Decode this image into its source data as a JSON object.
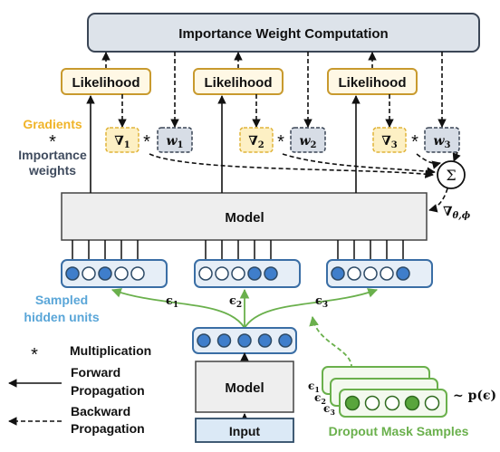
{
  "top_box": {
    "label": "Importance Weight Computation"
  },
  "likelihood_labels": [
    "Likelihood",
    "Likelihood",
    "Likelihood"
  ],
  "gradients": [
    {
      "grad": "∇",
      "grad_sub": "1",
      "weight": "w",
      "weight_sub": "1"
    },
    {
      "grad": "∇",
      "grad_sub": "2",
      "weight": "w",
      "weight_sub": "2"
    },
    {
      "grad": "∇",
      "grad_sub": "3",
      "weight": "w",
      "weight_sub": "3"
    }
  ],
  "multiply_symbol": "*",
  "sum_symbol": "Σ",
  "left_caption": {
    "gradients": "Gradients",
    "times": "*",
    "importance": "Importance",
    "weights": "weights"
  },
  "param_grad": {
    "symbol": "∇",
    "sub": "θ,ϕ"
  },
  "model_main": "Model",
  "model_small": "Model",
  "input_label": "Input",
  "sampled_caption": [
    "Sampled",
    "hidden units"
  ],
  "epsilon_labels": [
    {
      "sym": "ϵ",
      "sub": "1"
    },
    {
      "sym": "ϵ",
      "sub": "2"
    },
    {
      "sym": "ϵ",
      "sub": "3"
    }
  ],
  "hidden_patterns": [
    [
      true,
      false,
      true,
      false,
      false
    ],
    [
      false,
      false,
      false,
      true,
      true
    ],
    [
      true,
      false,
      false,
      false,
      true
    ]
  ],
  "base_pattern": [
    true,
    true,
    true,
    true,
    true
  ],
  "mask_pattern": [
    true,
    false,
    false,
    true,
    false
  ],
  "mask_labels": [
    {
      "sym": "ϵ",
      "sub": "1"
    },
    {
      "sym": "ϵ",
      "sub": "2"
    },
    {
      "sym": "ϵ",
      "sub": "3"
    }
  ],
  "distribution": "~ p(ϵ)",
  "dropout_caption": "Dropout Mask Samples",
  "legend": {
    "mult_symbol": "*",
    "mult_label": "Multiplication",
    "forward": [
      "Forward",
      "Propagation"
    ],
    "backward": [
      "Backward",
      "Propagation"
    ]
  },
  "colors": {
    "gradient_text": "#f0b429",
    "weights_text": "#3f4b5e",
    "sampled_text": "#5aa6d8",
    "hidden_fill": "#3f7ecb",
    "hidden_border": "#3a6ea5",
    "mask_green": "#6ab04c",
    "mask_fill": "#59a53c",
    "likelihood_border": "#c89a2e",
    "likelihood_fill": "#fff8e5",
    "input_fill": "#dbe9f6"
  }
}
